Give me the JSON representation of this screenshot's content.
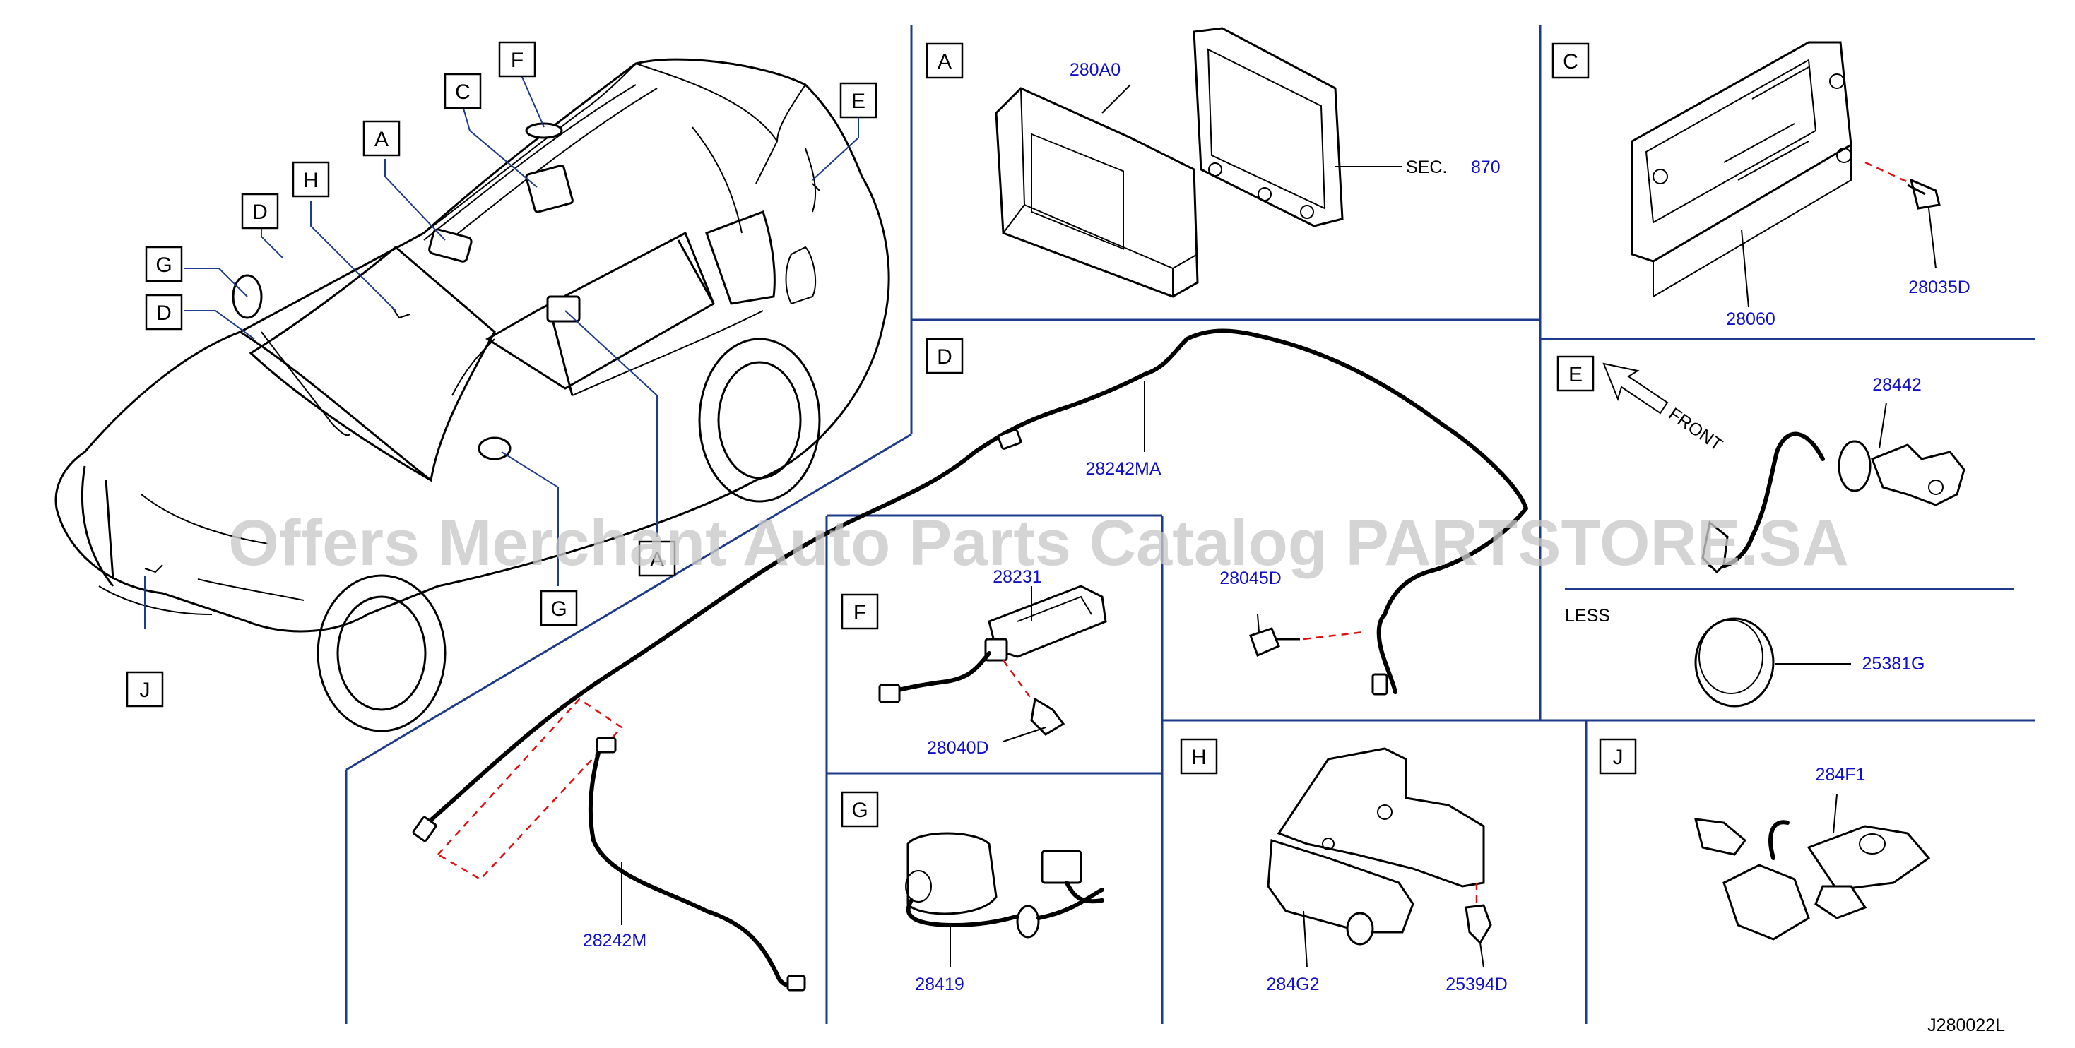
{
  "sections": [
    {
      "id": "A",
      "parts": [
        "280A0"
      ],
      "reference": {
        "prefix": "SEC.",
        "number": "870"
      }
    },
    {
      "id": "C",
      "parts": [
        "28060",
        "28035D"
      ]
    },
    {
      "id": "D",
      "parts": [
        "28242MA",
        "28242M",
        "28045D"
      ]
    },
    {
      "id": "E",
      "parts": [
        "28442"
      ],
      "direction": "FRONT",
      "variant": "LESS",
      "variant_parts": [
        "25381G"
      ]
    },
    {
      "id": "F",
      "parts": [
        "28231",
        "28040D"
      ]
    },
    {
      "id": "G",
      "parts": [
        "28419"
      ]
    },
    {
      "id": "H",
      "parts": [
        "284G2",
        "25394D"
      ]
    },
    {
      "id": "J",
      "parts": [
        "284F1"
      ]
    }
  ],
  "car_callouts": [
    "F",
    "C",
    "E",
    "A",
    "H",
    "D",
    "G",
    "D",
    "J",
    "G",
    "A"
  ],
  "diagram_code": "J280022L",
  "watermark": "Offers Merchant Auto Parts Catalog PARTSTORE.SA",
  "colors": {
    "part_number": "#1010c8",
    "divider": "#1e3a8a",
    "dashed_guide": "#e01010"
  }
}
